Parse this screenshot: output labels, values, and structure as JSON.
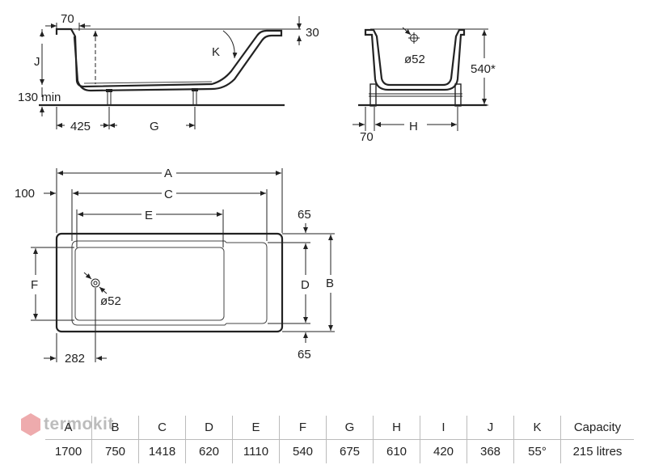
{
  "labels": {
    "side_top_dim": "70",
    "rim_dim": "30",
    "j": "J",
    "k": "K",
    "min_height": "130 min",
    "dim_425": "425",
    "g": "G",
    "end_drain": "ø52",
    "height_540": "540*",
    "dim_70": "70",
    "h": "H",
    "a": "A",
    "dim_100": "100",
    "c": "C",
    "e": "E",
    "dim_65_top": "65",
    "f": "F",
    "plan_drain": "ø52",
    "d": "D",
    "b": "B",
    "dim_282": "282",
    "dim_65_bottom": "65"
  },
  "watermark": {
    "text": "termokit",
    "accent": "#d9444a"
  },
  "table": {
    "headers": [
      "A",
      "B",
      "C",
      "D",
      "E",
      "F",
      "G",
      "H",
      "I",
      "J",
      "K",
      "Capacity"
    ],
    "values": [
      "1700",
      "750",
      "1418",
      "620",
      "1110",
      "540",
      "675",
      "610",
      "420",
      "368",
      "55°",
      "215 litres"
    ]
  }
}
